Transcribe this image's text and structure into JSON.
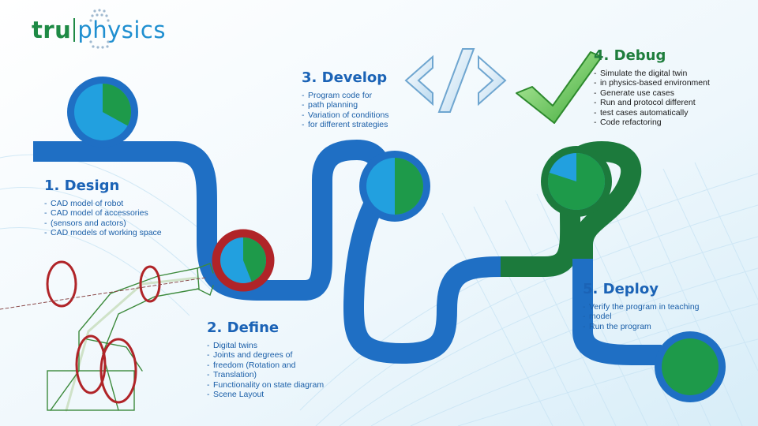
{
  "logo": {
    "brand_left": "tru",
    "brand_right": "physics"
  },
  "steps": [
    {
      "title": "1. Design",
      "items": [
        "CAD model of robot",
        "CAD model of accessories",
        "(sensors and actors)",
        "CAD models of working space"
      ]
    },
    {
      "title": "2. Define",
      "items": [
        "Digital twins",
        "Joints and degrees of",
        "freedom (Rotation and",
        "Translation)",
        "Functionality on state diagram",
        "Scene Layout"
      ]
    },
    {
      "title": "3. Develop",
      "items": [
        "Program code for",
        "path planning",
        "Variation of conditions",
        "for different strategies"
      ]
    },
    {
      "title": "4. Debug",
      "items": [
        "Simulate the digital twin",
        "in physics-based environment",
        "Generate use cases",
        "Run and protocol different",
        "test cases automatically",
        "Code refactoring"
      ]
    },
    {
      "title": "5. Deploy",
      "items": [
        "Verify the program in teaching",
        "model",
        "Run the program"
      ]
    }
  ],
  "icons": {
    "code": "code-brackets-icon",
    "check": "checkmark-icon",
    "robot": "robot-arm-illustration",
    "logo_mark": "dots-globe-icon"
  },
  "colors": {
    "blue": "#1f6fc4",
    "light_blue": "#22a0df",
    "green": "#1c7a3c",
    "light_green": "#1e9a4a",
    "red": "#b02428"
  },
  "progress": [
    {
      "label": "1. Design",
      "blue": 0.67,
      "green": 0.33
    },
    {
      "label": "2. Define",
      "blue": 0.56,
      "green": 0.44
    },
    {
      "label": "3. Develop",
      "blue": 0.5,
      "green": 0.5
    },
    {
      "label": "4. Debug",
      "blue": 0.2,
      "green": 0.8
    },
    {
      "label": "5. Deploy",
      "blue": 0.0,
      "green": 1.0
    }
  ]
}
